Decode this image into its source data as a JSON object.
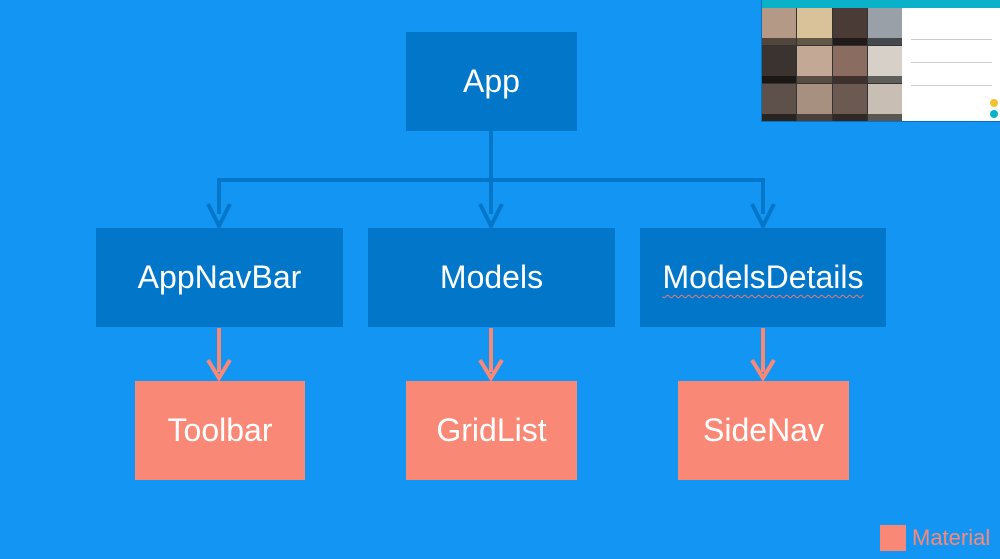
{
  "diagram": {
    "nodes": {
      "app": {
        "label": "App"
      },
      "app_nav_bar": {
        "label": "AppNavBar"
      },
      "models": {
        "label": "Models"
      },
      "models_details": {
        "label": "ModelsDetails"
      },
      "toolbar": {
        "label": "Toolbar"
      },
      "grid_list": {
        "label": "GridList"
      },
      "side_nav": {
        "label": "SideNav"
      }
    },
    "edges": [
      {
        "from": "App",
        "to": "AppNavBar"
      },
      {
        "from": "App",
        "to": "Models"
      },
      {
        "from": "App",
        "to": "ModelsDetails"
      },
      {
        "from": "AppNavBar",
        "to": "Toolbar"
      },
      {
        "from": "Models",
        "to": "GridList"
      },
      {
        "from": "ModelsDetails",
        "to": "SideNav"
      }
    ],
    "legend": {
      "label": "Material"
    },
    "colors": {
      "background": "#1396f3",
      "component": "#0277c9",
      "material_component": "#fa8877",
      "tree_arrow": "#0277c9",
      "material_arrow": "#fa8877"
    }
  }
}
